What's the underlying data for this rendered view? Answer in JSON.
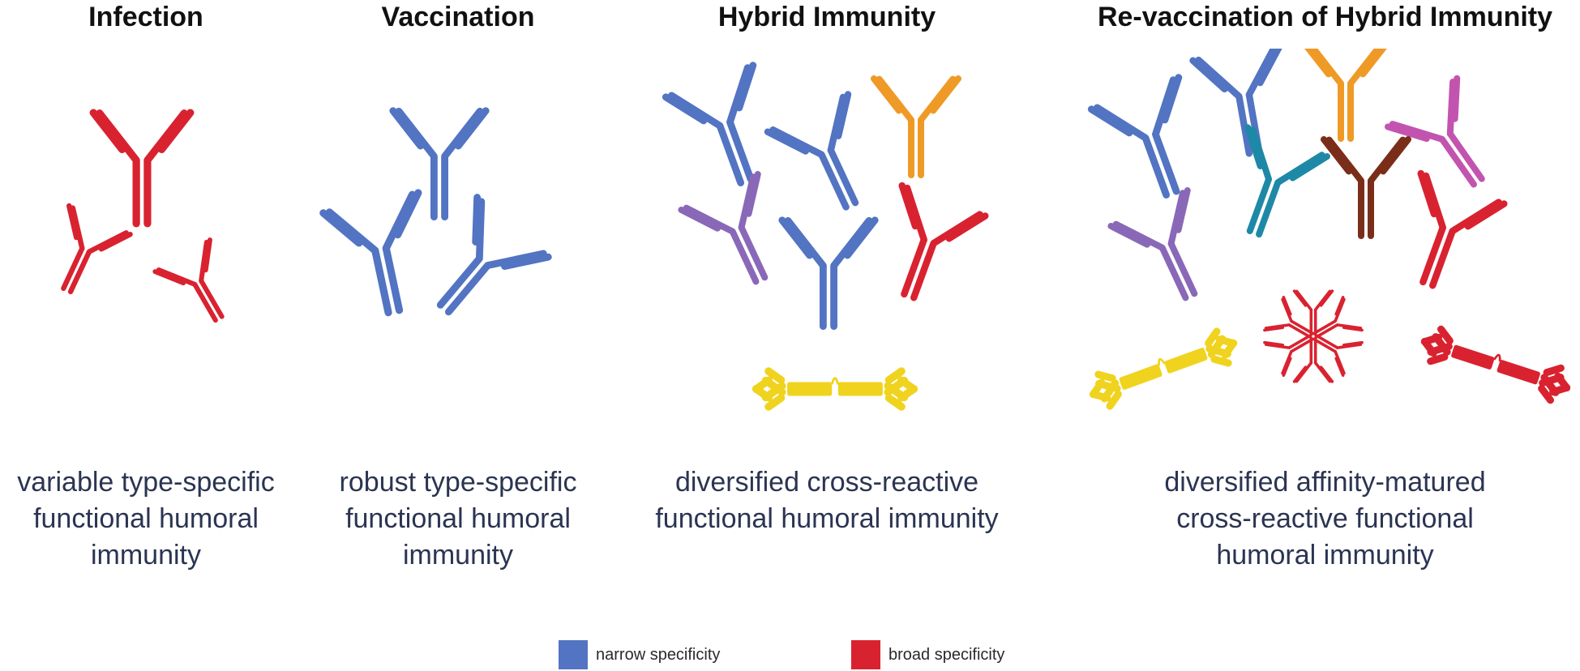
{
  "colors": {
    "narrow": "#5274c2",
    "broad": "#d92230",
    "orange": "#ef9a26",
    "purple": "#8a68b8",
    "magenta": "#c254b0",
    "teal": "#1e89a6",
    "brown": "#7a2e1a",
    "yellow": "#f0d31e"
  },
  "panels": [
    {
      "title": "Infection",
      "description": [
        "variable type-specific",
        "functional humoral",
        "immunity"
      ]
    },
    {
      "title": "Vaccination",
      "description": [
        "robust type-specific",
        "functional humoral",
        "immunity"
      ]
    },
    {
      "title": "Hybrid Immunity",
      "description": [
        "diversified cross-reactive",
        "functional humoral immunity"
      ]
    },
    {
      "title": "Re-vaccination of Hybrid Immunity",
      "description": [
        "diversified affinity-matured",
        "cross-reactive functional",
        "humoral immunity"
      ]
    }
  ],
  "legend": [
    {
      "label": "narrow specificity",
      "color": "#5274c2"
    },
    {
      "label": "broad specificity",
      "color": "#d92230"
    }
  ]
}
